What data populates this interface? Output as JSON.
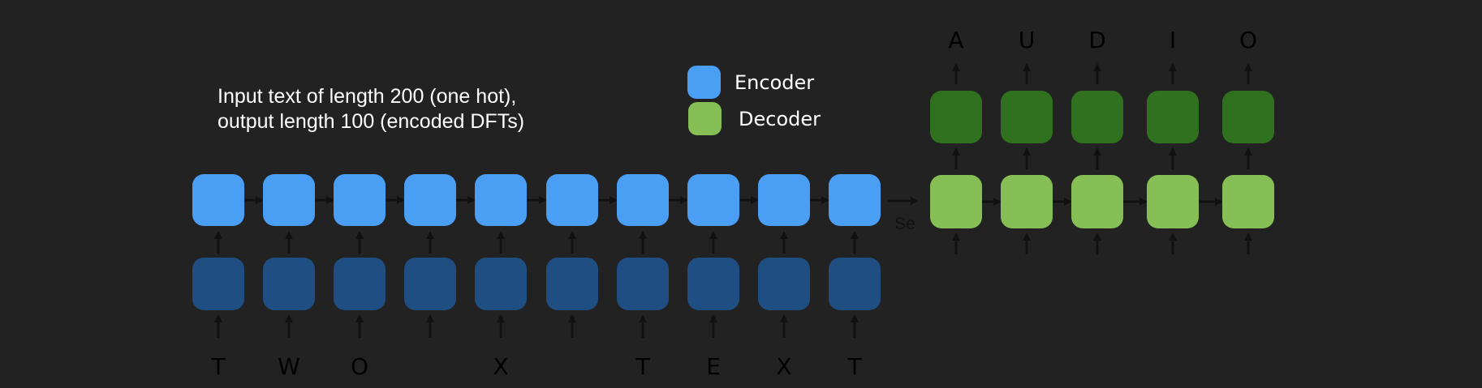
{
  "description": {
    "line1": "Input text of length 200 (one hot),",
    "line2": "output length 100 (encoded DFTs)"
  },
  "legend": [
    {
      "label": "Encoder",
      "color": "#4a9ff5"
    },
    {
      "label": "Decoder",
      "color": "#86bf55"
    }
  ],
  "input_letters": [
    "T",
    "W",
    "O",
    "",
    "X",
    "",
    "T",
    "E",
    "X",
    "T"
  ],
  "output_letters": [
    "A",
    "U",
    "D",
    "I",
    "O"
  ],
  "connector_label": "Se",
  "colors": {
    "encoder": "#4a9ff5",
    "encoder_input": "#1f4e82",
    "decoder": "#86bf55",
    "decoder_output": "#2f711f",
    "arrow": "#111111",
    "background": "#222222",
    "text": "#ffffff"
  }
}
